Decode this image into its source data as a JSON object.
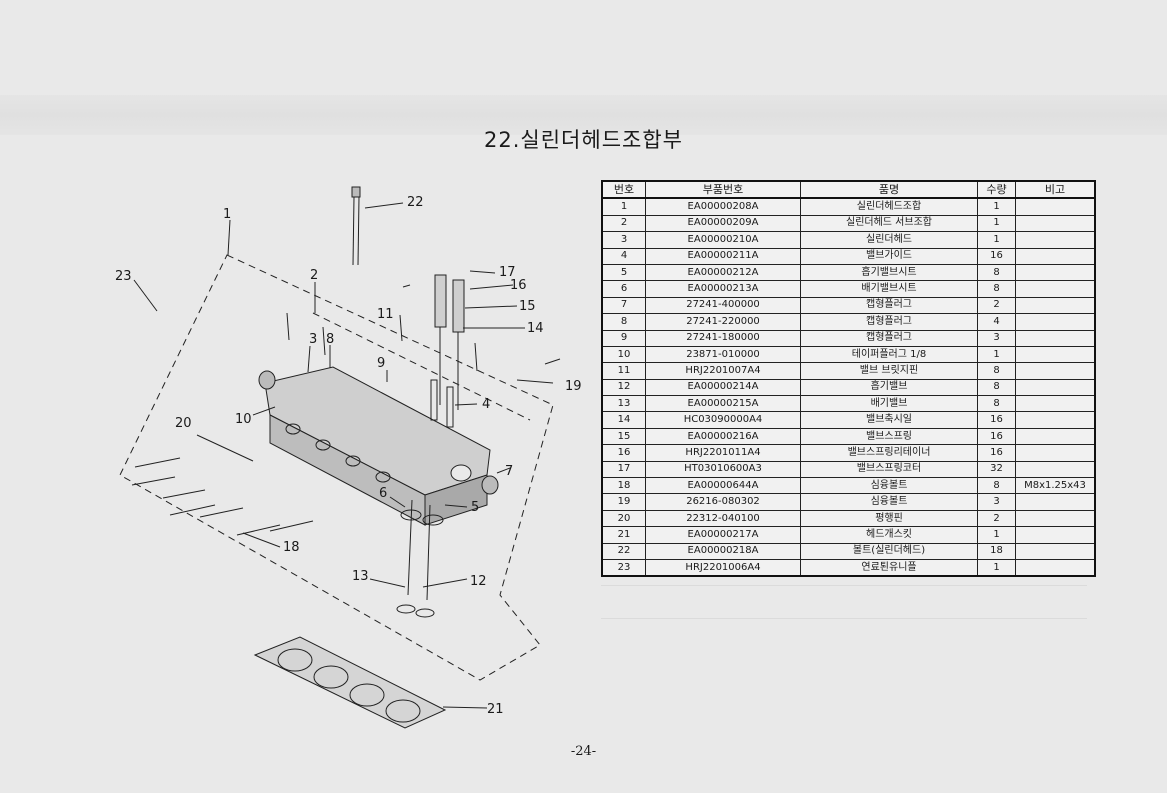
{
  "page": {
    "title": "22.실린더헤드조합부",
    "page_number": "-24-"
  },
  "diagram": {
    "callouts": [
      "1",
      "2",
      "3",
      "4",
      "5",
      "6",
      "7",
      "8",
      "9",
      "10",
      "11",
      "12",
      "13",
      "14",
      "15",
      "16",
      "17",
      "18",
      "19",
      "20",
      "21",
      "22",
      "23"
    ]
  },
  "table": {
    "headers": [
      "번호",
      "부품번호",
      "품명",
      "수량",
      "비고"
    ],
    "rows": [
      {
        "no": "1",
        "part": "EA00000208A",
        "name": "실린더헤드조합",
        "qty": "1",
        "note": ""
      },
      {
        "no": "2",
        "part": "EA00000209A",
        "name": "실린더헤드 서브조합",
        "qty": "1",
        "note": ""
      },
      {
        "no": "3",
        "part": "EA00000210A",
        "name": "실린더헤드",
        "qty": "1",
        "note": ""
      },
      {
        "no": "4",
        "part": "EA00000211A",
        "name": "밸브가이드",
        "qty": "16",
        "note": ""
      },
      {
        "no": "5",
        "part": "EA00000212A",
        "name": "흡기밸브시트",
        "qty": "8",
        "note": ""
      },
      {
        "no": "6",
        "part": "EA00000213A",
        "name": "배기밸브시트",
        "qty": "8",
        "note": ""
      },
      {
        "no": "7",
        "part": "27241-400000",
        "name": "캡형플러그",
        "qty": "2",
        "note": ""
      },
      {
        "no": "8",
        "part": "27241-220000",
        "name": "캡형플러그",
        "qty": "4",
        "note": ""
      },
      {
        "no": "9",
        "part": "27241-180000",
        "name": "캡형플러그",
        "qty": "3",
        "note": ""
      },
      {
        "no": "10",
        "part": "23871-010000",
        "name": "테이퍼플러그 1/8",
        "qty": "1",
        "note": ""
      },
      {
        "no": "11",
        "part": "HRJ2201007A4",
        "name": "밸브 브릿지핀",
        "qty": "8",
        "note": ""
      },
      {
        "no": "12",
        "part": "EA00000214A",
        "name": "흡기밸브",
        "qty": "8",
        "note": ""
      },
      {
        "no": "13",
        "part": "EA00000215A",
        "name": "배기밸브",
        "qty": "8",
        "note": ""
      },
      {
        "no": "14",
        "part": "HC03090000A4",
        "name": "밸브축시일",
        "qty": "16",
        "note": ""
      },
      {
        "no": "15",
        "part": "EA00000216A",
        "name": "밸브스프링",
        "qty": "16",
        "note": ""
      },
      {
        "no": "16",
        "part": "HRJ2201011A4",
        "name": "밸브스프링리테이너",
        "qty": "16",
        "note": ""
      },
      {
        "no": "17",
        "part": "HT03010600A3",
        "name": "밸브스프링코터",
        "qty": "32",
        "note": ""
      },
      {
        "no": "18",
        "part": "EA00000644A",
        "name": "심융볼트",
        "qty": "8",
        "note": "M8x1.25x43"
      },
      {
        "no": "19",
        "part": "26216-080302",
        "name": "심융볼트",
        "qty": "3",
        "note": ""
      },
      {
        "no": "20",
        "part": "22312-040100",
        "name": "평행핀",
        "qty": "2",
        "note": ""
      },
      {
        "no": "21",
        "part": "EA00000217A",
        "name": "헤드개스킷",
        "qty": "1",
        "note": ""
      },
      {
        "no": "22",
        "part": "EA00000218A",
        "name": "볼트(실린더헤드)",
        "qty": "18",
        "note": ""
      },
      {
        "no": "23",
        "part": "HRJ2201006A4",
        "name": "연료퇸유니플",
        "qty": "1",
        "note": ""
      }
    ]
  }
}
